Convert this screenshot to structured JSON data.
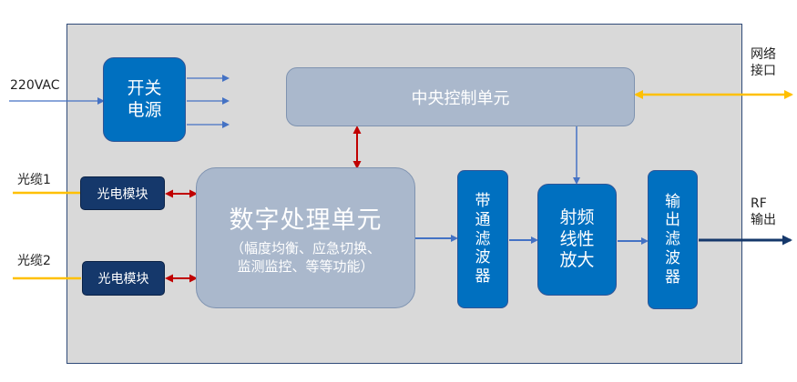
{
  "labels": {
    "power_input": "220VAC",
    "fiber1": "光缆1",
    "fiber2": "光缆2",
    "network_port": "网络\n接口",
    "rf_output": "RF\n输出"
  },
  "blocks": {
    "power_supply": "开关\n电源",
    "central_control": "中央控制单元",
    "optical_module_1": "光电模块",
    "optical_module_2": "光电模块",
    "dsp_title": "数字处理单元",
    "dsp_subtitle": "（幅度均衡、应急切换、\n监测监控、等等功能）",
    "bandpass_filter": "带\n通\n滤\n波\n器",
    "rf_amplifier": "射频\n线性\n放大",
    "output_filter": "输\n出\n滤\n波\n器"
  },
  "colors": {
    "frame_fill": "#d9d9d9",
    "block_blue": "#0070c0",
    "block_navy": "#15386b",
    "block_grey": "#aab8cc",
    "arrow_blue": "#4472c4",
    "arrow_red": "#c00000",
    "arrow_gold": "#ffc000",
    "arrow_dark": "#15386b"
  }
}
